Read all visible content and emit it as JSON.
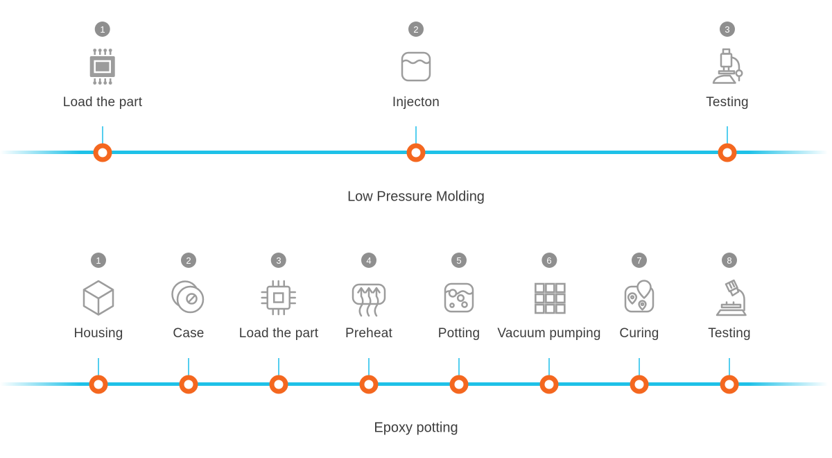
{
  "page": {
    "background": "#ffffff"
  },
  "colors": {
    "timeline_line": "#1EC1E8",
    "connector_line": "#54CEEF",
    "marker_ring": "#F4671F",
    "icon_stroke": "#9C9C9C",
    "badge_background": "#8F8F8F",
    "badge_text": "#FFFFFF",
    "label_text": "#3C3C3C",
    "title_text": "#3C3C3C"
  },
  "sections": [
    {
      "title": "Low Pressure Molding",
      "steps": [
        {
          "number": "1",
          "label": "Load the part",
          "icon": "chip-filled-icon"
        },
        {
          "number": "2",
          "label": "Injecton",
          "icon": "liquid-container-icon"
        },
        {
          "number": "3",
          "label": "Testing",
          "icon": "microscope-icon"
        }
      ]
    },
    {
      "title": "Epoxy potting",
      "steps": [
        {
          "number": "1",
          "label": "Housing",
          "icon": "cube-icon"
        },
        {
          "number": "2",
          "label": "Case",
          "icon": "tape-roll-icon"
        },
        {
          "number": "3",
          "label": "Load the part",
          "icon": "chip-outline-icon"
        },
        {
          "number": "4",
          "label": "Preheat",
          "icon": "heat-arrows-icon"
        },
        {
          "number": "5",
          "label": "Potting",
          "icon": "potting-bubbles-icon"
        },
        {
          "number": "6",
          "label": "Vacuum pumping",
          "icon": "grid-squares-icon"
        },
        {
          "number": "7",
          "label": "Curing",
          "icon": "map-pins-icon"
        },
        {
          "number": "8",
          "label": "Testing",
          "icon": "microscope-tilted-icon"
        }
      ]
    }
  ]
}
